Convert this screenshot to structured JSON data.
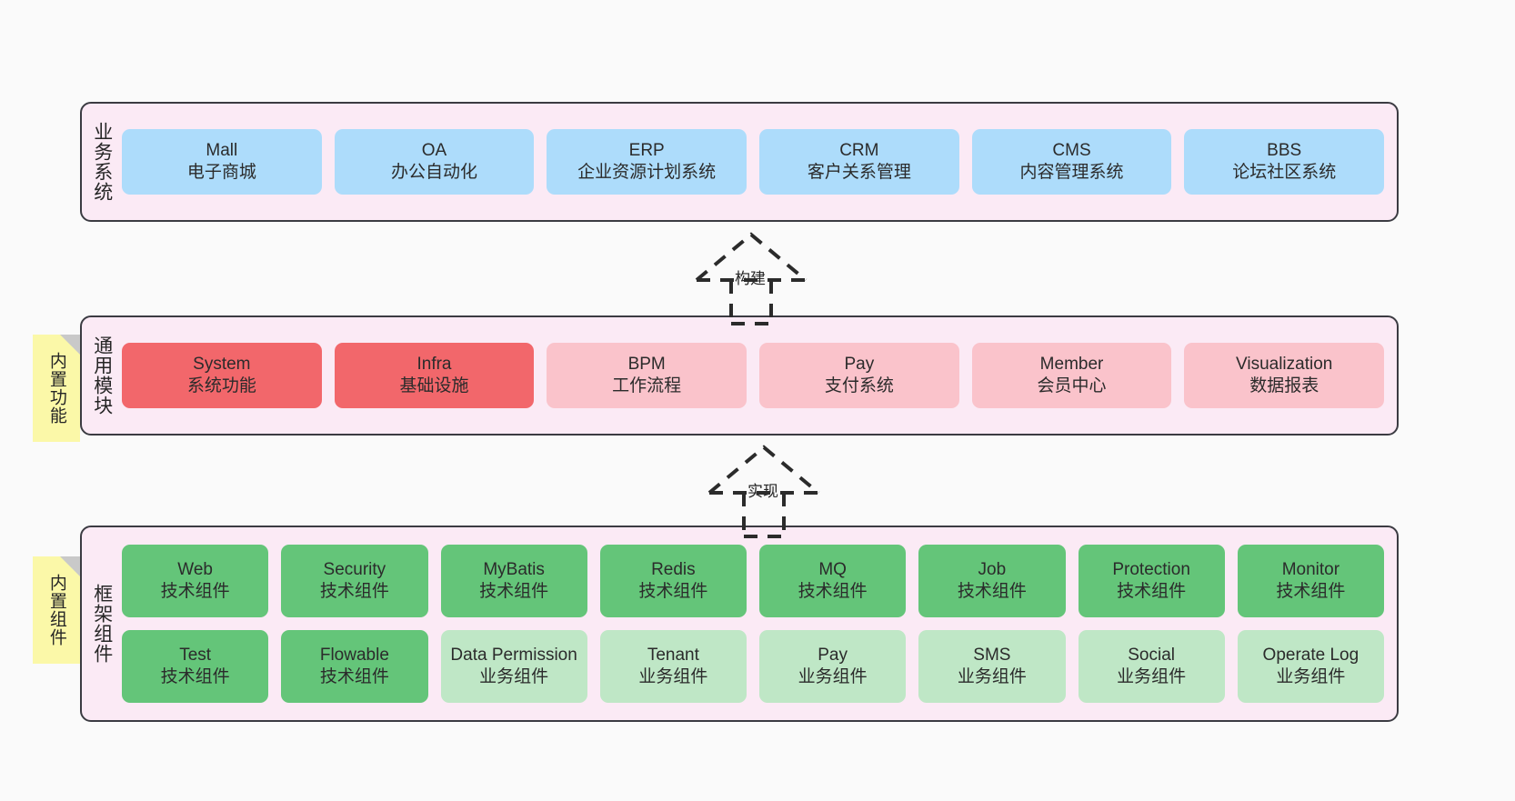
{
  "diagram": {
    "title": "",
    "background_color": "#fafafa",
    "layer_fill": "#fbeaf5",
    "layer_border": "#3b3b42",
    "sticky_color": "#fbf8a8"
  },
  "layers": [
    {
      "id": "business",
      "title": "业务系统",
      "sticky": null,
      "rows": [
        {
          "cells": [
            {
              "name": "Mall",
              "sub": "电子商城",
              "color": "#addcfb",
              "variant": "c-blue"
            },
            {
              "name": "OA",
              "sub": "办公自动化",
              "color": "#addcfb",
              "variant": "c-blue"
            },
            {
              "name": "ERP",
              "sub": "企业资源计划系统",
              "color": "#addcfb",
              "variant": "c-blue"
            },
            {
              "name": "CRM",
              "sub": "客户关系管理",
              "color": "#addcfb",
              "variant": "c-blue"
            },
            {
              "name": "CMS",
              "sub": "内容管理系统",
              "color": "#addcfb",
              "variant": "c-blue"
            },
            {
              "name": "BBS",
              "sub": "论坛社区系统",
              "color": "#addcfb",
              "variant": "c-blue"
            }
          ]
        }
      ]
    },
    {
      "id": "module",
      "title": "通用模块",
      "sticky": "内置功能",
      "rows": [
        {
          "cells": [
            {
              "name": "System",
              "sub": "系统功能",
              "color": "#f2676b",
              "variant": "c-red"
            },
            {
              "name": "Infra",
              "sub": "基础设施",
              "color": "#f2676b",
              "variant": "c-red"
            },
            {
              "name": "BPM",
              "sub": "工作流程",
              "color": "#fac3cb",
              "variant": "c-pink"
            },
            {
              "name": "Pay",
              "sub": "支付系统",
              "color": "#fac3cb",
              "variant": "c-pink"
            },
            {
              "name": "Member",
              "sub": "会员中心",
              "color": "#fac3cb",
              "variant": "c-pink"
            },
            {
              "name": "Visualization",
              "sub": "数据报表",
              "color": "#fac3cb",
              "variant": "c-pink"
            }
          ]
        }
      ]
    },
    {
      "id": "frame",
      "title": "框架组件",
      "sticky": "内置组件",
      "rows": [
        {
          "cells": [
            {
              "name": "Web",
              "sub": "技术组件",
              "color": "#64c579",
              "variant": "c-green"
            },
            {
              "name": "Security",
              "sub": "技术组件",
              "color": "#64c579",
              "variant": "c-green"
            },
            {
              "name": "MyBatis",
              "sub": "技术组件",
              "color": "#64c579",
              "variant": "c-green"
            },
            {
              "name": "Redis",
              "sub": "技术组件",
              "color": "#64c579",
              "variant": "c-green"
            },
            {
              "name": "MQ",
              "sub": "技术组件",
              "color": "#64c579",
              "variant": "c-green"
            },
            {
              "name": "Job",
              "sub": "技术组件",
              "color": "#64c579",
              "variant": "c-green"
            },
            {
              "name": "Protection",
              "sub": "技术组件",
              "color": "#64c579",
              "variant": "c-green"
            },
            {
              "name": "Monitor",
              "sub": "技术组件",
              "color": "#64c579",
              "variant": "c-green"
            }
          ]
        },
        {
          "cells": [
            {
              "name": "Test",
              "sub": "技术组件",
              "color": "#64c579",
              "variant": "c-green"
            },
            {
              "name": "Flowable",
              "sub": "技术组件",
              "color": "#64c579",
              "variant": "c-green"
            },
            {
              "name": "Data Permission",
              "sub": "业务组件",
              "color": "#bfe7c6",
              "variant": "c-lightgreen",
              "wrap": true
            },
            {
              "name": "Tenant",
              "sub": "业务组件",
              "color": "#bfe7c6",
              "variant": "c-lightgreen"
            },
            {
              "name": "Pay",
              "sub": "业务组件",
              "color": "#bfe7c6",
              "variant": "c-lightgreen"
            },
            {
              "name": "SMS",
              "sub": "业务组件",
              "color": "#bfe7c6",
              "variant": "c-lightgreen"
            },
            {
              "name": "Social",
              "sub": "业务组件",
              "color": "#bfe7c6",
              "variant": "c-lightgreen"
            },
            {
              "name": "Operate Log",
              "sub": "业务组件",
              "color": "#bfe7c6",
              "variant": "c-lightgreen"
            }
          ]
        }
      ]
    }
  ],
  "connectors": [
    {
      "id": "build",
      "label": "构建",
      "from": "module",
      "to": "business",
      "style": "dashed-generalization"
    },
    {
      "id": "implement",
      "label": "实现",
      "from": "frame",
      "to": "module",
      "style": "dashed-generalization"
    }
  ]
}
